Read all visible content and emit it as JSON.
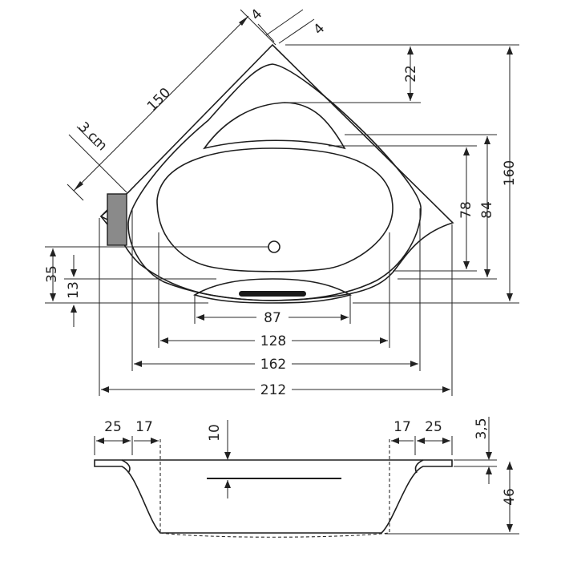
{
  "top_view": {
    "dimensions": {
      "offset_a": "4",
      "offset_b": "4",
      "edge_length": "150",
      "panel_depth": "3 cm",
      "depth_backrest": "22",
      "inner_height": "78",
      "outer_height": "84",
      "total_height": "160",
      "front_offset": "35",
      "drain_offset": "13",
      "width_87": "87",
      "width_128": "128",
      "width_162": "162",
      "total_width": "212"
    }
  },
  "side_view": {
    "dimensions": {
      "rim_left": "25",
      "wall_left": "17",
      "depth_marker": "10",
      "wall_right": "17",
      "rim_right": "25",
      "rim_thickness": "3,5",
      "depth": "46"
    }
  },
  "colors": {
    "line": "#1e1e1e",
    "panel": "#8a8a8a",
    "drain_slot": "#1a1a1a"
  }
}
